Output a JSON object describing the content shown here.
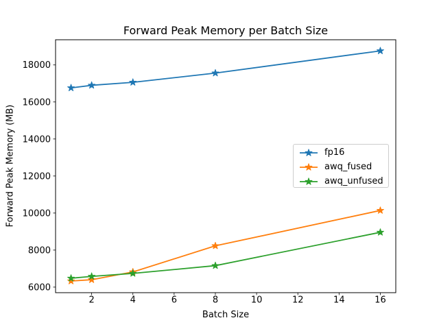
{
  "chart_data": {
    "type": "line",
    "title": "Forward Peak Memory per Batch Size",
    "xlabel": "Batch Size",
    "ylabel": "Forward Peak Memory (MB)",
    "x": [
      1,
      2,
      4,
      8,
      16
    ],
    "series": [
      {
        "name": "fp16",
        "color": "#1f77b4",
        "marker": "star",
        "values": [
          16760,
          16900,
          17060,
          17560,
          18760
        ]
      },
      {
        "name": "awq_fused",
        "color": "#ff7f0e",
        "marker": "star",
        "values": [
          6330,
          6400,
          6820,
          8230,
          10140
        ]
      },
      {
        "name": "awq_unfused",
        "color": "#2ca02c",
        "marker": "star",
        "values": [
          6480,
          6580,
          6740,
          7160,
          8960
        ]
      }
    ],
    "xticks": [
      2,
      4,
      6,
      8,
      10,
      12,
      14,
      16
    ],
    "yticks": [
      6000,
      8000,
      10000,
      12000,
      14000,
      16000,
      18000
    ],
    "xlim": [
      0.25,
      16.75
    ],
    "ylim": [
      5700,
      19360
    ],
    "grid": false,
    "legend_position": "center right",
    "axis_color": "#000000",
    "background_color": "#ffffff"
  }
}
